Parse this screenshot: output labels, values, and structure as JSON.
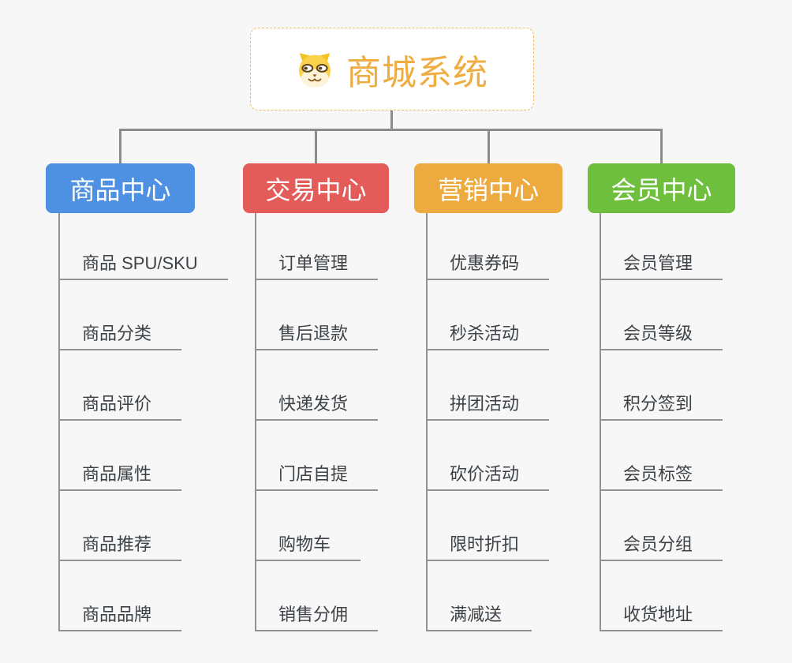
{
  "page": {
    "background_color": "#f7f7f7",
    "connector_color": "#8c8c8c"
  },
  "root": {
    "title": "商城系统",
    "icon": "dog-face-icon",
    "text_color": "#efac41",
    "border_color": "#f2ba66"
  },
  "branches": [
    {
      "label": "商品中心",
      "color": "#4E90E1",
      "children": [
        "商品 SPU/SKU",
        "商品分类",
        "商品评价",
        "商品属性",
        "商品推荐",
        "商品品牌"
      ]
    },
    {
      "label": "交易中心",
      "color": "#E45C59",
      "children": [
        "订单管理",
        "售后退款",
        "快递发货",
        "门店自提",
        "购物车",
        "销售分佣"
      ]
    },
    {
      "label": "营销中心",
      "color": "#EDAA3F",
      "children": [
        "优惠券码",
        "秒杀活动",
        "拼团活动",
        "砍价活动",
        "限时折扣",
        "满减送"
      ]
    },
    {
      "label": "会员中心",
      "color": "#6FBF3F",
      "children": [
        "会员管理",
        "会员等级",
        "积分签到",
        "会员标签",
        "会员分组",
        "收货地址"
      ]
    }
  ]
}
